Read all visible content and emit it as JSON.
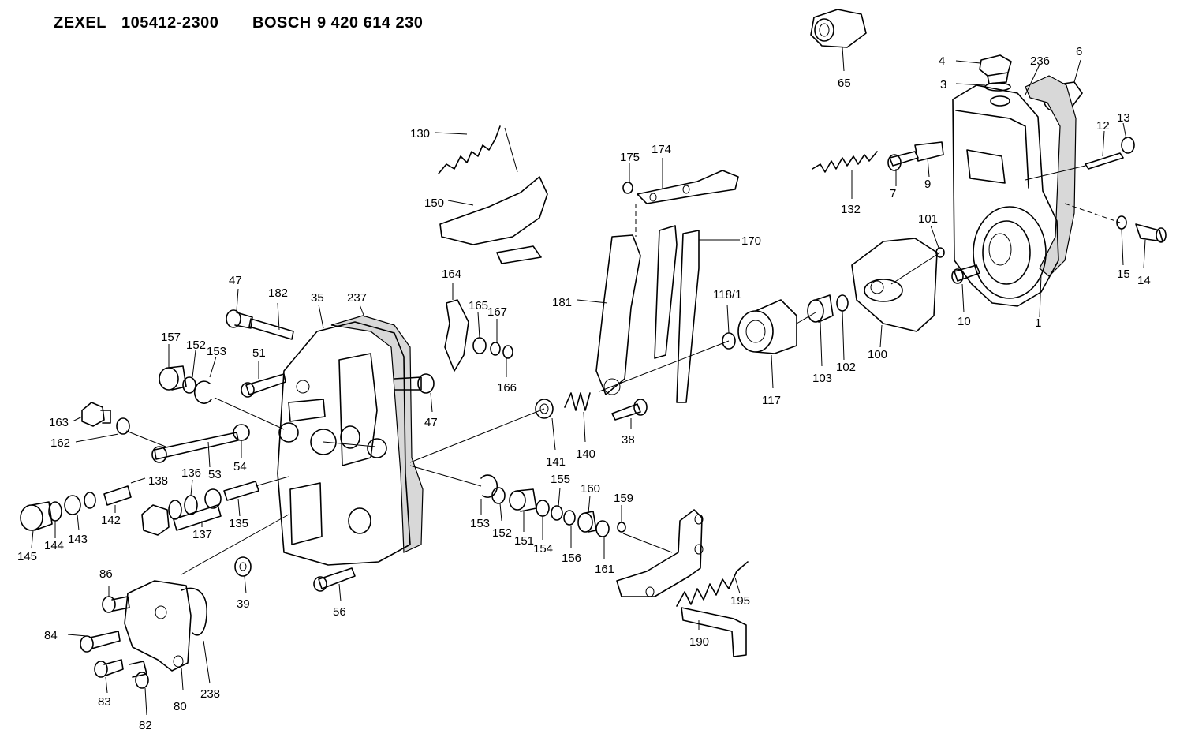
{
  "header": {
    "brand1": "ZEXEL",
    "part1": "105412-2300",
    "brand2": "BOSCH",
    "part2": "9 420 614 230"
  },
  "labels": {
    "l1": "1",
    "l3": "3",
    "l4": "4",
    "l6": "6",
    "l7": "7",
    "l9": "9",
    "l10": "10",
    "l12": "12",
    "l13": "13",
    "l14": "14",
    "l15": "15",
    "l35": "35",
    "l38": "38",
    "l39": "39",
    "l47a": "47",
    "l47b": "47",
    "l51": "51",
    "l53": "53",
    "l54": "54",
    "l56": "56",
    "l65": "65",
    "l80": "80",
    "l82": "82",
    "l83": "83",
    "l84": "84",
    "l86": "86",
    "l100": "100",
    "l101": "101",
    "l102": "102",
    "l103": "103",
    "l117": "117",
    "l118": "118/1",
    "l130": "130",
    "l132": "132",
    "l135": "135",
    "l136": "136",
    "l137": "137",
    "l138": "138",
    "l140": "140",
    "l141": "141",
    "l142": "142",
    "l143": "143",
    "l144": "144",
    "l145": "145",
    "l150": "150",
    "l151": "151",
    "l152a": "152",
    "l152b": "152",
    "l153a": "153",
    "l153b": "153",
    "l154": "154",
    "l155": "155",
    "l156": "156",
    "l157": "157",
    "l159": "159",
    "l160": "160",
    "l161": "161",
    "l162": "162",
    "l163": "163",
    "l164": "164",
    "l165": "165",
    "l166": "166",
    "l167": "167",
    "l170": "170",
    "l174": "174",
    "l175": "175",
    "l181": "181",
    "l182": "182",
    "l190": "190",
    "l195": "195",
    "l236": "236",
    "l237": "237",
    "l238": "238"
  }
}
